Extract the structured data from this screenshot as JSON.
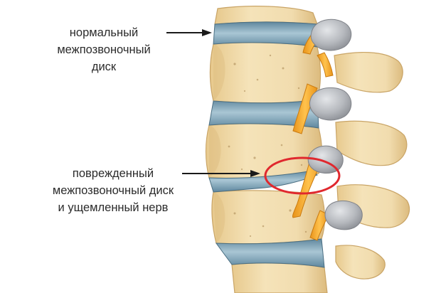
{
  "labels": {
    "normal_disc": {
      "line1": "нормальный",
      "line2": "межпозвоночный",
      "line3": "диск"
    },
    "damaged_disc": {
      "line1": "поврежденный",
      "line2": "межпозвоночный диск",
      "line3": "и ущемленный нерв"
    }
  },
  "colors": {
    "bone": "#f1dcae",
    "bone_shadow": "#d9b678",
    "disc": "#7da3b8",
    "nerve": "#f2a92c",
    "ganglion": "#b9bcc1",
    "highlight_ring": "#e0282e",
    "pointer": "#1a1a1a"
  }
}
